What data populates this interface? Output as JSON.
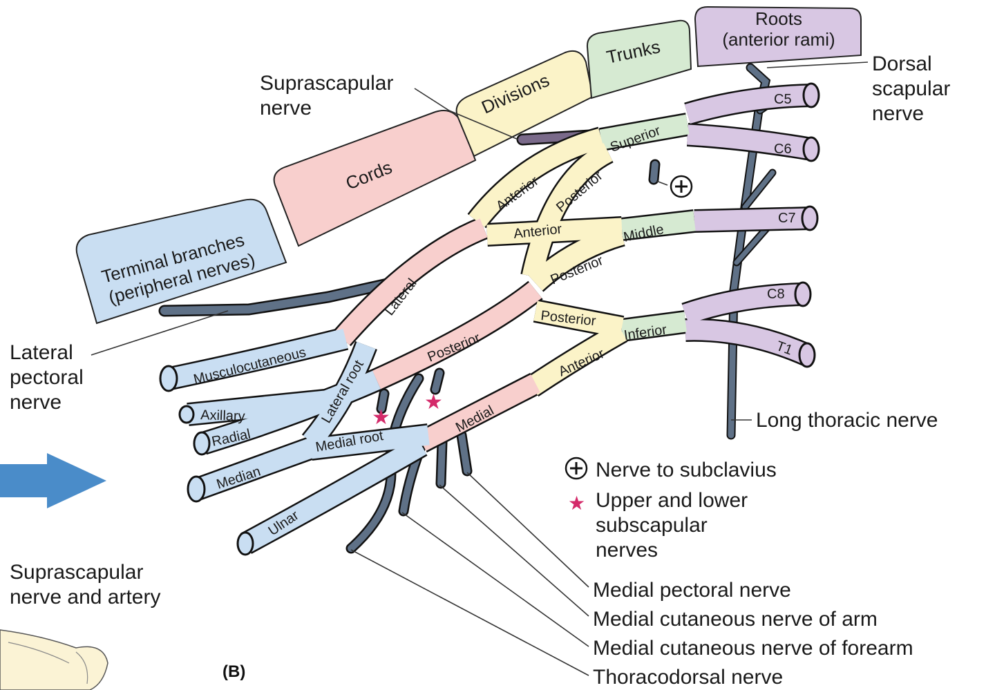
{
  "headers": {
    "roots_line1": "Roots",
    "roots_line2": "(anterior rami)",
    "trunks": "Trunks",
    "divisions": "Divisions",
    "cords": "Cords",
    "terminal_line1": "Terminal branches",
    "terminal_line2": "(peripheral nerves)"
  },
  "roots": [
    "C5",
    "C6",
    "C7",
    "C8",
    "T1"
  ],
  "trunks": {
    "superior": "Superior",
    "middle": "Middle",
    "inferior": "Inferior"
  },
  "divisions": {
    "superior_anterior": "Anterior",
    "superior_posterior": "Posterior",
    "middle_anterior": "Anterior",
    "middle_posterior": "Posterior",
    "inferior_posterior": "Posterior",
    "inferior_anterior": "Anterior"
  },
  "cords": {
    "lateral": "Lateral",
    "posterior": "Posterior",
    "medial": "Medial"
  },
  "terminal": {
    "musculocutaneous": "Musculocutaneous",
    "axillary": "Axillary",
    "radial": "Radial",
    "median": "Median",
    "ulnar": "Ulnar",
    "lateral_root": "Lateral root",
    "medial_root": "Medial root"
  },
  "labels": {
    "suprascapular_nerve_line1": "Suprascapular",
    "suprascapular_nerve_line2": "nerve",
    "dorsal_scapular_line1": "Dorsal",
    "dorsal_scapular_line2": "scapular",
    "dorsal_scapular_line3": "nerve",
    "lateral_pectoral_line1": "Lateral",
    "lateral_pectoral_line2": "pectoral",
    "lateral_pectoral_line3": "nerve",
    "long_thoracic": "Long thoracic nerve",
    "suprascapular_artery_line1": "Suprascapular",
    "suprascapular_artery_line2": "nerve and artery",
    "medial_pectoral": "Medial pectoral nerve",
    "medial_cutaneous_arm": "Medial cutaneous nerve of arm",
    "medial_cutaneous_forearm": "Medial cutaneous nerve of forearm",
    "thoracodorsal": "Thoracodorsal nerve",
    "figure_tag": "(B)"
  },
  "legend": {
    "subclavius": "Nerve to subclavius",
    "subscapular_line1": "Upper and lower",
    "subscapular_line2": "subscapular",
    "subscapular_line3": "nerves"
  },
  "colors": {
    "roots": "#d8c7e3",
    "trunks": "#d6ead2",
    "divisions": "#fbf3c8",
    "cords": "#f8cfcd",
    "terminal": "#c9def2",
    "branch": "#5f7187",
    "arrow": "#4a8cc9",
    "star": "#d42a6a"
  }
}
